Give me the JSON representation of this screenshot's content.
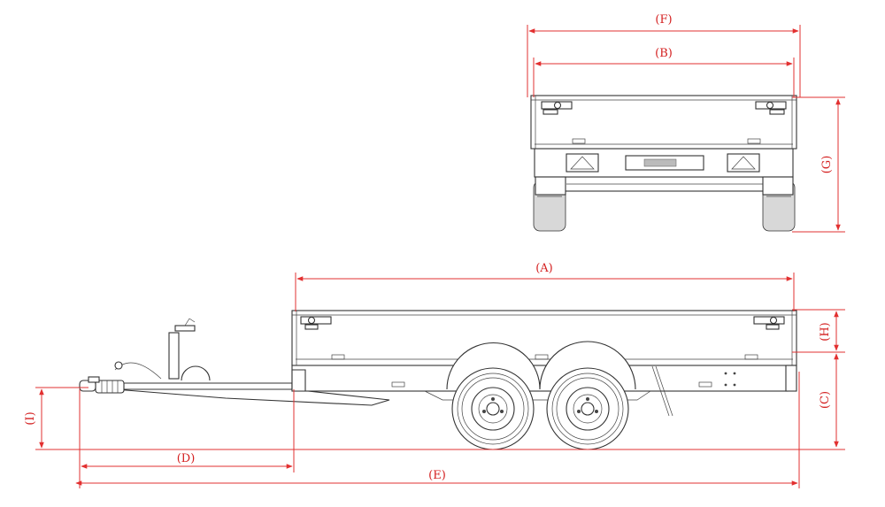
{
  "colors": {
    "dimension": "#e23030",
    "outline": "#333333",
    "background": "#ffffff"
  },
  "labels": {
    "A": "(A)",
    "B": "(B)",
    "C": "(C)",
    "D": "(D)",
    "E": "(E)",
    "F": "(F)",
    "G": "(G)",
    "H": "(H)",
    "I": "(I)"
  }
}
